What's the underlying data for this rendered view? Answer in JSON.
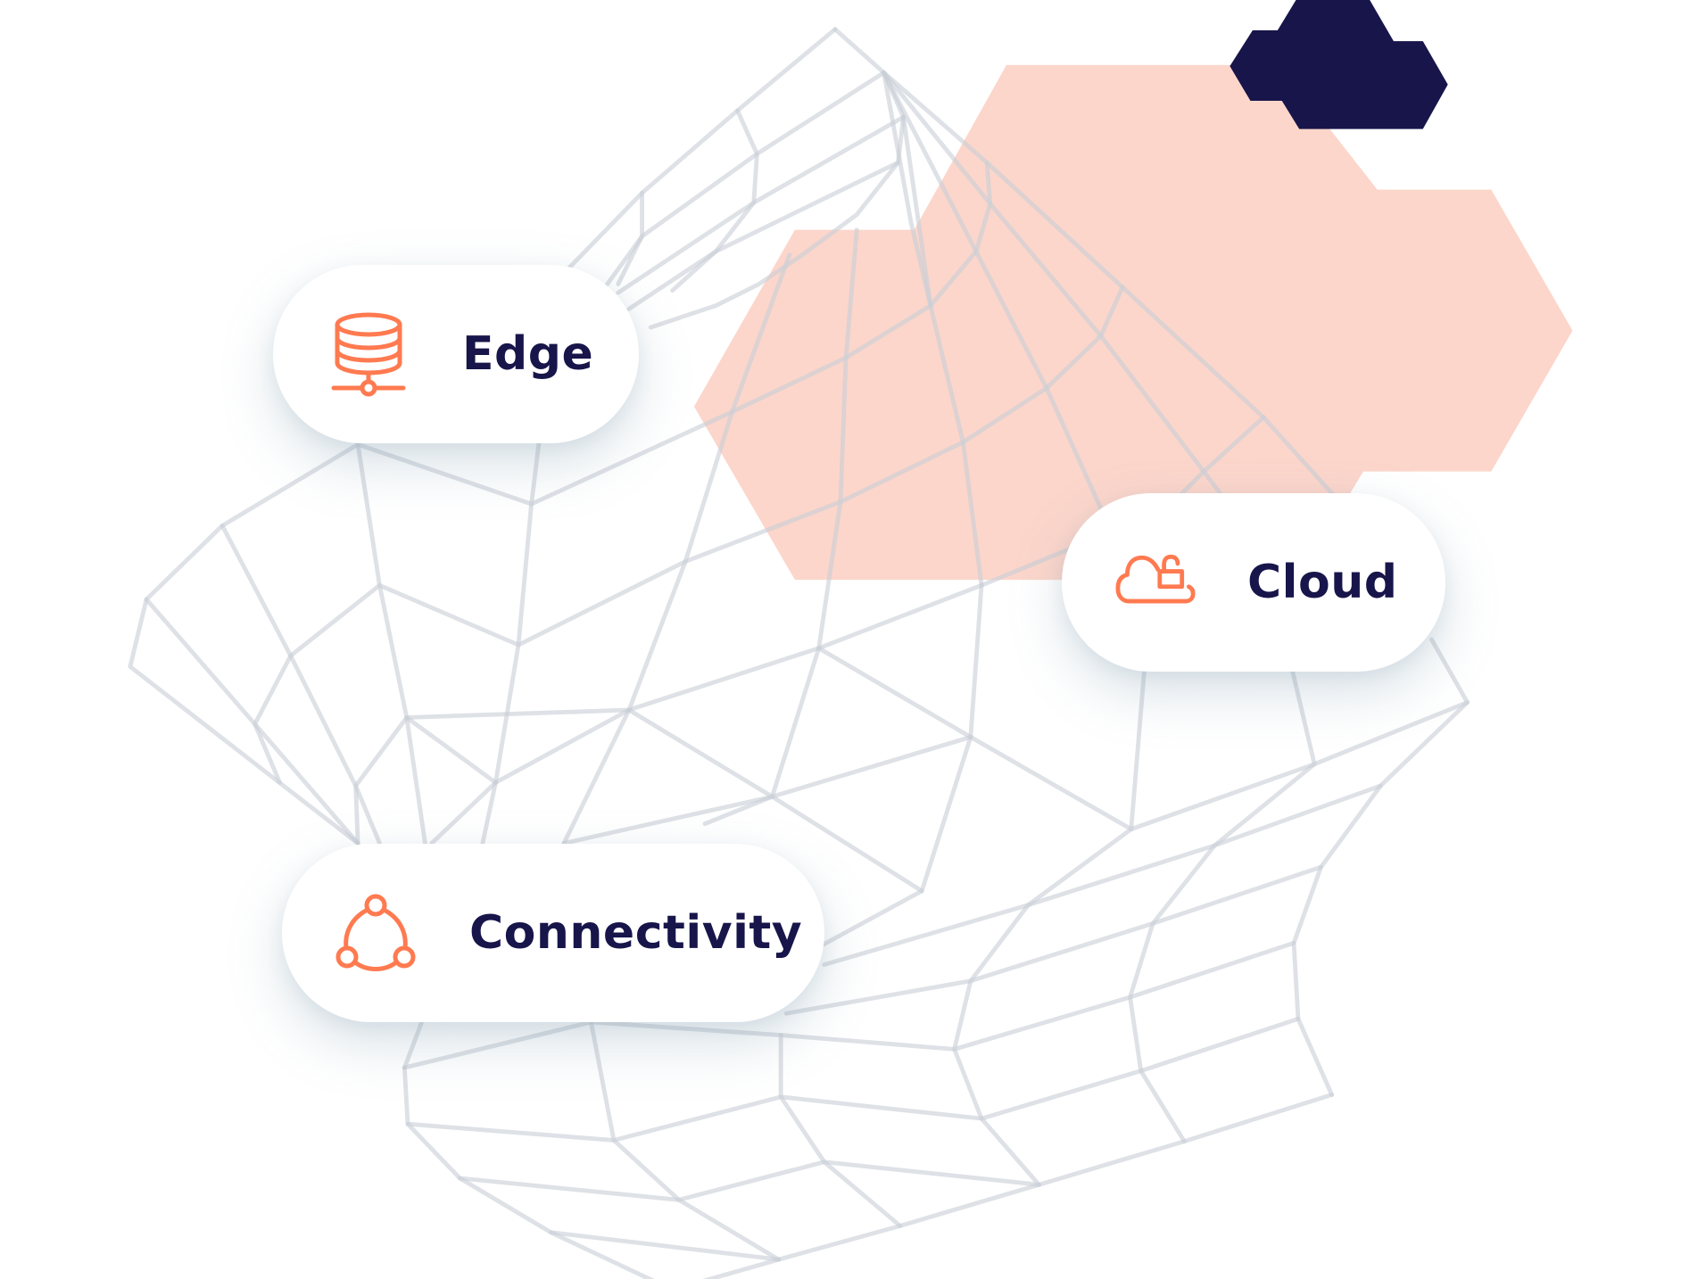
{
  "cards": [
    {
      "label": "Edge",
      "icon": "database-network-icon"
    },
    {
      "label": "Cloud",
      "icon": "cloud-lock-icon"
    },
    {
      "label": "Connectivity",
      "icon": "connectivity-nodes-icon"
    }
  ],
  "colors": {
    "accent": "#ff7a50",
    "text": "#17154a",
    "navy_hex": "#17154a",
    "peach_hex": "#fcd6cb",
    "mesh_line": "#dfe3e8",
    "background": "#ffffff"
  }
}
